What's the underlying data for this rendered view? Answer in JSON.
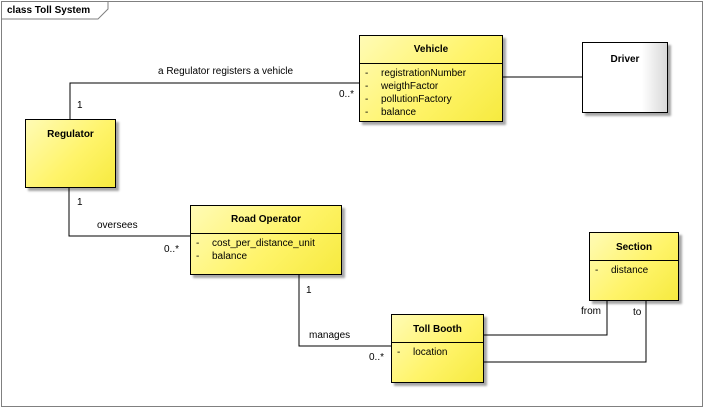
{
  "frame": {
    "title": "class Toll System"
  },
  "classes": {
    "vehicle": {
      "name": "Vehicle",
      "attributes": [
        {
          "visibility": "-",
          "name": "registrationNumber"
        },
        {
          "visibility": "-",
          "name": "weigthFactor"
        },
        {
          "visibility": "-",
          "name": "pollutionFactory"
        },
        {
          "visibility": "-",
          "name": "balance"
        }
      ]
    },
    "driver": {
      "name": "Driver"
    },
    "regulator": {
      "name": "Regulator"
    },
    "road_operator": {
      "name": "Road Operator",
      "attributes": [
        {
          "visibility": "-",
          "name": "cost_per_distance_unit"
        },
        {
          "visibility": "-",
          "name": "balance"
        }
      ]
    },
    "section": {
      "name": "Section",
      "attributes": [
        {
          "visibility": "-",
          "name": "distance"
        }
      ]
    },
    "toll_booth": {
      "name": "Toll Booth",
      "attributes": [
        {
          "visibility": "-",
          "name": "location"
        }
      ]
    }
  },
  "associations": {
    "registers": {
      "label": "a Regulator registers a vehicle",
      "source_mult": "1",
      "target_mult": "0..*"
    },
    "oversees": {
      "label": "oversees",
      "source_mult": "1",
      "target_mult": "0..*"
    },
    "manages": {
      "label": "manages",
      "source_mult": "1",
      "target_mult": "0..*"
    },
    "from": {
      "label": "from"
    },
    "to": {
      "label": "to"
    }
  },
  "colors": {
    "class_fill": "#fff46a",
    "class_fill_light": "#fffbb5",
    "line": "#000000",
    "frame_border": "#808080"
  }
}
